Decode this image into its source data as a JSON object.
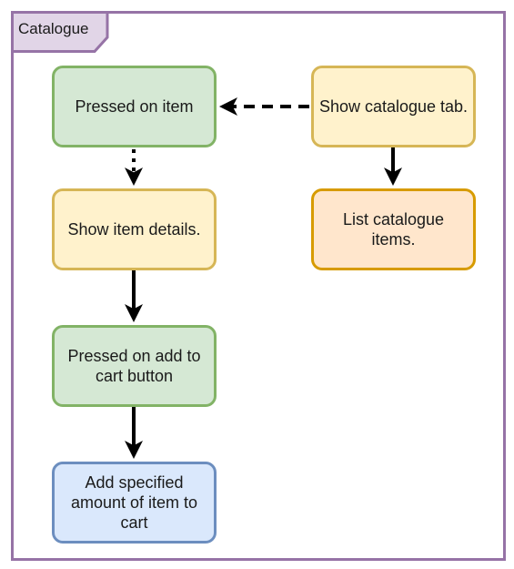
{
  "container": {
    "label": "Catalogue",
    "border_color": "#9673a6",
    "tab_fill": "#e1d5e7"
  },
  "nodes": {
    "pressed_on_item": "Pressed on item",
    "show_catalogue_tab": "Show catalogue tab.",
    "show_item_details": "Show item details.",
    "list_catalogue_items": "List catalogue items.",
    "pressed_add_to_cart": "Pressed on add to cart button",
    "add_specified_amount": "Add specified amount of item to cart"
  },
  "colors": {
    "action_fill": "#d5e8d4",
    "action_border": "#82b366",
    "display_fill": "#fff2cc",
    "display_border": "#d6b656",
    "list_fill": "#ffe6cc",
    "list_border": "#d79b00",
    "result_fill": "#dae8fc",
    "result_border": "#6c8ebf"
  }
}
